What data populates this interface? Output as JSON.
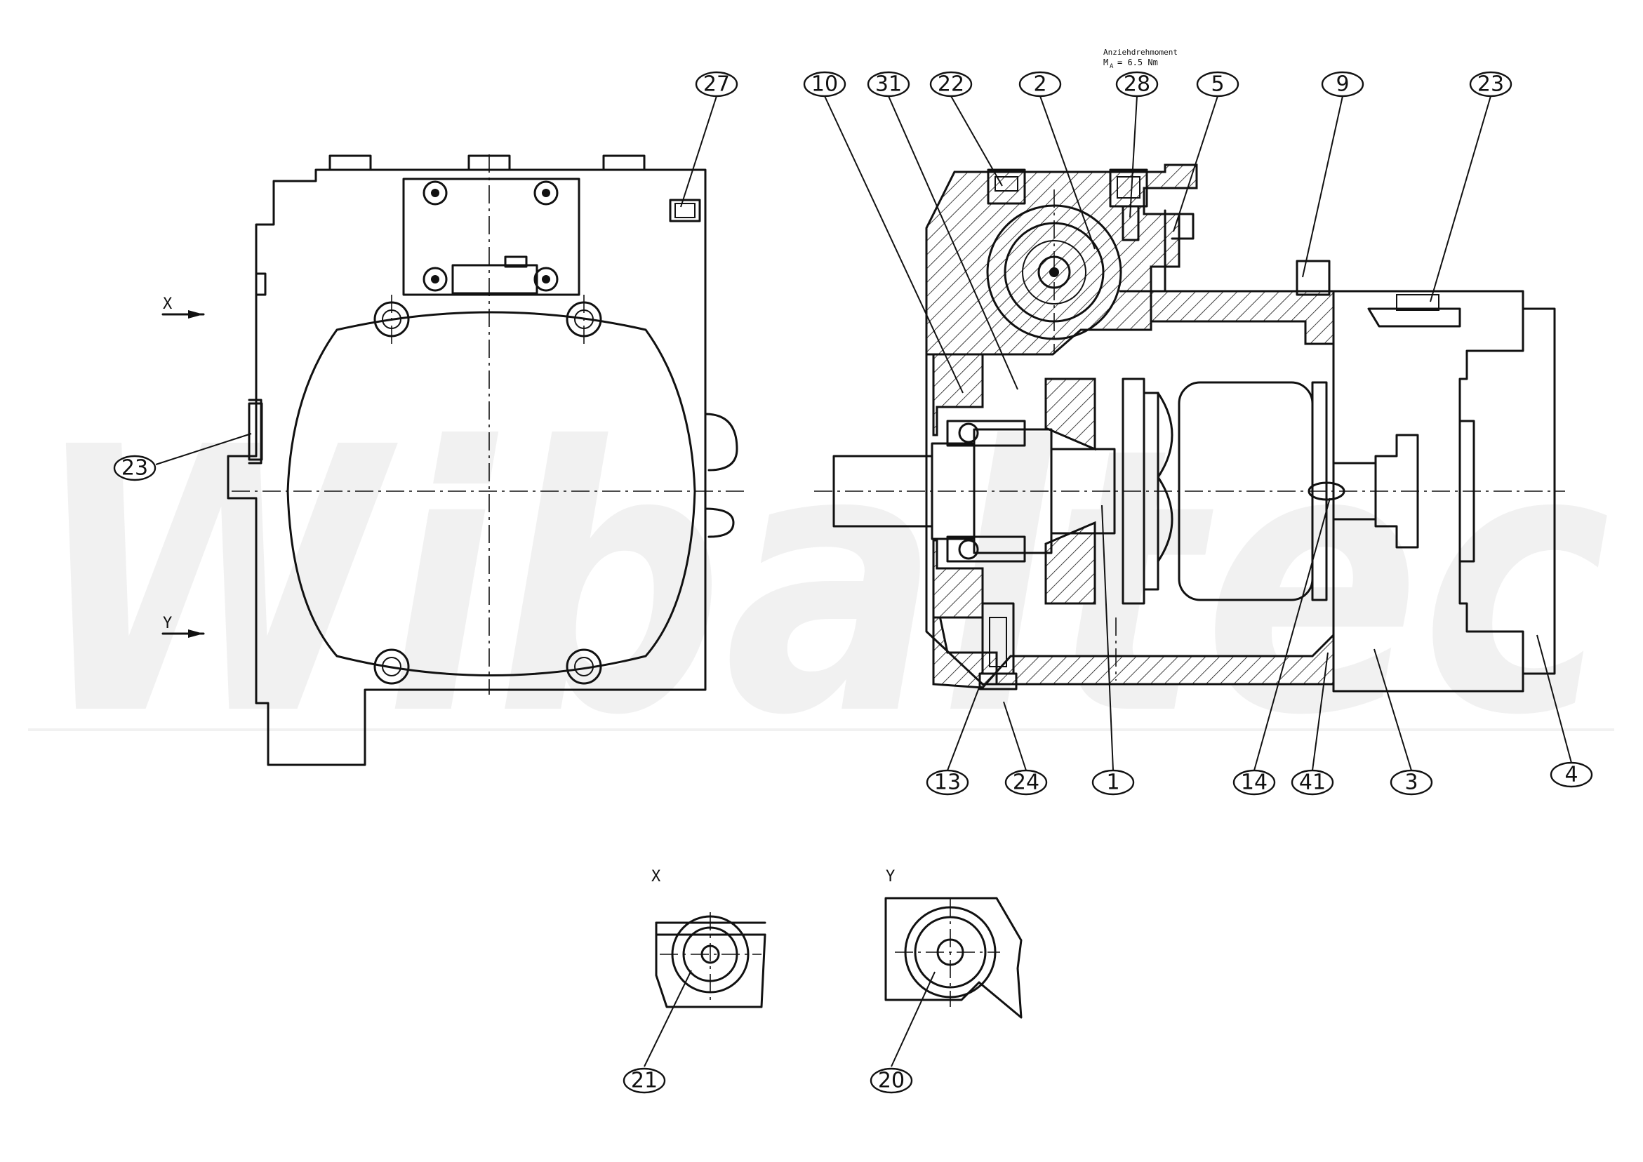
{
  "watermark": "Wibaltec",
  "annotation": {
    "line1": "Anziehdrehmoment",
    "line2": "M",
    "line2_sub": "A",
    "line2_value": "= 6.5 Nm"
  },
  "view_markers": {
    "x": "X",
    "y": "Y"
  },
  "detail_titles": {
    "x": "X",
    "y": "Y"
  },
  "balloons": {
    "b27": "27",
    "b10": "10",
    "b31": "31",
    "b22": "22",
    "b2": "2",
    "b28": "28",
    "b5": "5",
    "b9": "9",
    "b23_top": "23",
    "b23_left": "23",
    "b13": "13",
    "b24": "24",
    "b1": "1",
    "b14": "14",
    "b41": "41",
    "b3": "3",
    "b4": "4",
    "b21": "21",
    "b20": "20"
  }
}
